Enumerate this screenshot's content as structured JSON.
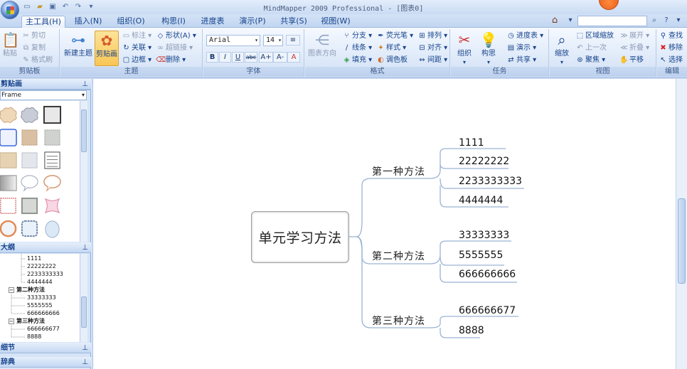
{
  "window": {
    "title": "MindMapper 2009 Professional - [图表0]"
  },
  "tabs": [
    {
      "label": "主工具(H)",
      "active": true
    },
    {
      "label": "插入(N)",
      "active": false
    },
    {
      "label": "组织(O)",
      "active": false
    },
    {
      "label": "构思(I)",
      "active": false
    },
    {
      "label": "进度表",
      "active": false
    },
    {
      "label": "演示(P)",
      "active": false
    },
    {
      "label": "共享(S)",
      "active": false
    },
    {
      "label": "视图(W)",
      "active": false
    }
  ],
  "ribbon": {
    "clipboard": {
      "label": "剪贴板",
      "paste": "粘贴",
      "cut": "剪切",
      "copy": "复制",
      "format_brush": "格式刷"
    },
    "topic": {
      "label": "主题",
      "new_topic": "新建主题",
      "clip_art": "剪贴画",
      "callout": "标注",
      "link": "关联",
      "border": "边框",
      "shape": "形状(A)",
      "hyperlink": "超链接",
      "delete": "删除"
    },
    "font": {
      "label": "字体",
      "font_name": "Arial",
      "font_size": "14",
      "bold": "B",
      "italic": "I",
      "underline": "U",
      "strike": "abc",
      "grow": "A+",
      "shrink": "A-"
    },
    "format": {
      "label": "格式",
      "chart_direction": "图表方向",
      "branch": "分支",
      "highlighter": "荧光笔",
      "arrange": "排列",
      "line": "线条",
      "style": "样式",
      "align": "对齐",
      "fill": "填充",
      "palette": "调色板",
      "spacing": "间距"
    },
    "task": {
      "label": "任务",
      "organize": "组织",
      "idea": "构思",
      "schedule": "进度表",
      "present": "演示",
      "share": "共享"
    },
    "view": {
      "label": "视图",
      "zoom": "缩放",
      "area_zoom": "区域缩放",
      "prev": "上一次",
      "focus": "聚焦",
      "expand": "展开",
      "collapse": "折叠",
      "pan": "平移"
    },
    "edit": {
      "label": "编辑",
      "find": "查找",
      "remove": "移除",
      "select": "选择"
    }
  },
  "left_panel": {
    "clipart_title": "剪贴画",
    "clipart_category": "Frame",
    "outline_title": "大纲",
    "detail_title": "细节",
    "dictionary_title": "辞典",
    "outline_items": [
      {
        "text": "1111",
        "level": 2,
        "bold": false,
        "toggle": ""
      },
      {
        "text": "22222222",
        "level": 2,
        "bold": false,
        "toggle": ""
      },
      {
        "text": "2233333333",
        "level": 2,
        "bold": false,
        "toggle": ""
      },
      {
        "text": "4444444",
        "level": 2,
        "bold": false,
        "toggle": ""
      },
      {
        "text": "第二种方法",
        "level": 1,
        "bold": true,
        "toggle": "−"
      },
      {
        "text": "33333333",
        "level": 2,
        "bold": false,
        "toggle": ""
      },
      {
        "text": "5555555",
        "level": 2,
        "bold": false,
        "toggle": ""
      },
      {
        "text": "666666666",
        "level": 2,
        "bold": false,
        "toggle": ""
      },
      {
        "text": "第三种方法",
        "level": 1,
        "bold": true,
        "toggle": "−"
      },
      {
        "text": "666666677",
        "level": 2,
        "bold": false,
        "toggle": ""
      },
      {
        "text": "8888",
        "level": 2,
        "bold": false,
        "toggle": ""
      }
    ]
  },
  "mindmap": {
    "root": "单元学习方法",
    "branches": [
      {
        "label": "第一种方法",
        "leaves": [
          "1111",
          "22222222",
          "2233333333",
          "4444444"
        ]
      },
      {
        "label": "第二种方法",
        "leaves": [
          "33333333",
          "5555555",
          "666666666"
        ]
      },
      {
        "label": "第三种方法",
        "leaves": [
          "666666677",
          "8888"
        ]
      }
    ]
  },
  "colors": {
    "ribbon_text": "#15428b",
    "link_line": "#9bb3d4",
    "active_button": "#f8c655"
  }
}
